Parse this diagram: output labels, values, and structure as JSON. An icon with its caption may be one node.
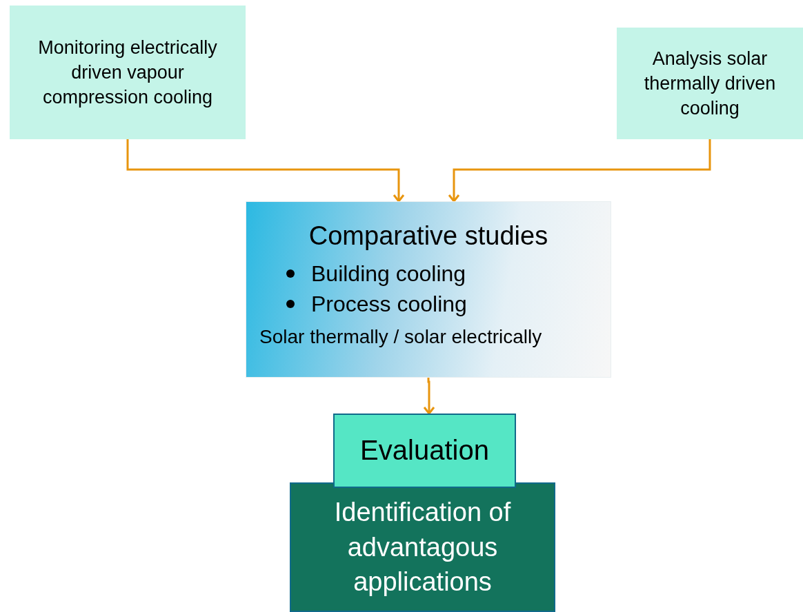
{
  "diagram": {
    "nodes": [
      {
        "text": [
          "Monitoring electrically driven vapour compression cooling"
        ]
      },
      {
        "text": [
          "Analysis solar thermally driven cooling"
        ]
      },
      {
        "text": [
          "Comparative studies",
          "Building cooling",
          "Process cooling",
          "Solar thermally / solar electrically"
        ]
      },
      {
        "text": [
          "Evaluation"
        ]
      },
      {
        "text": [
          "Identification of advantagous applications"
        ]
      }
    ],
    "edges": [
      {
        "from": 0,
        "to": 2,
        "arrow": "to"
      },
      {
        "from": 1,
        "to": 2,
        "arrow": "to"
      },
      {
        "from": 2,
        "to": 3,
        "arrow": "to"
      }
    ]
  }
}
